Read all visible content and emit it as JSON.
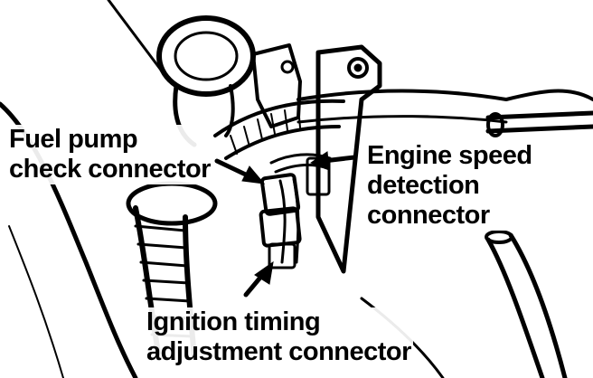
{
  "labels": {
    "fuel_pump": {
      "line1": "Fuel pump",
      "line2": "check connector"
    },
    "engine_speed": {
      "line1": "Engine speed",
      "line2": "detection",
      "line3": "connector"
    },
    "ignition": {
      "line1": "Ignition timing",
      "line2": "adjustment connector"
    }
  },
  "colors": {
    "ink": "#000000",
    "paper": "#ffffff"
  }
}
